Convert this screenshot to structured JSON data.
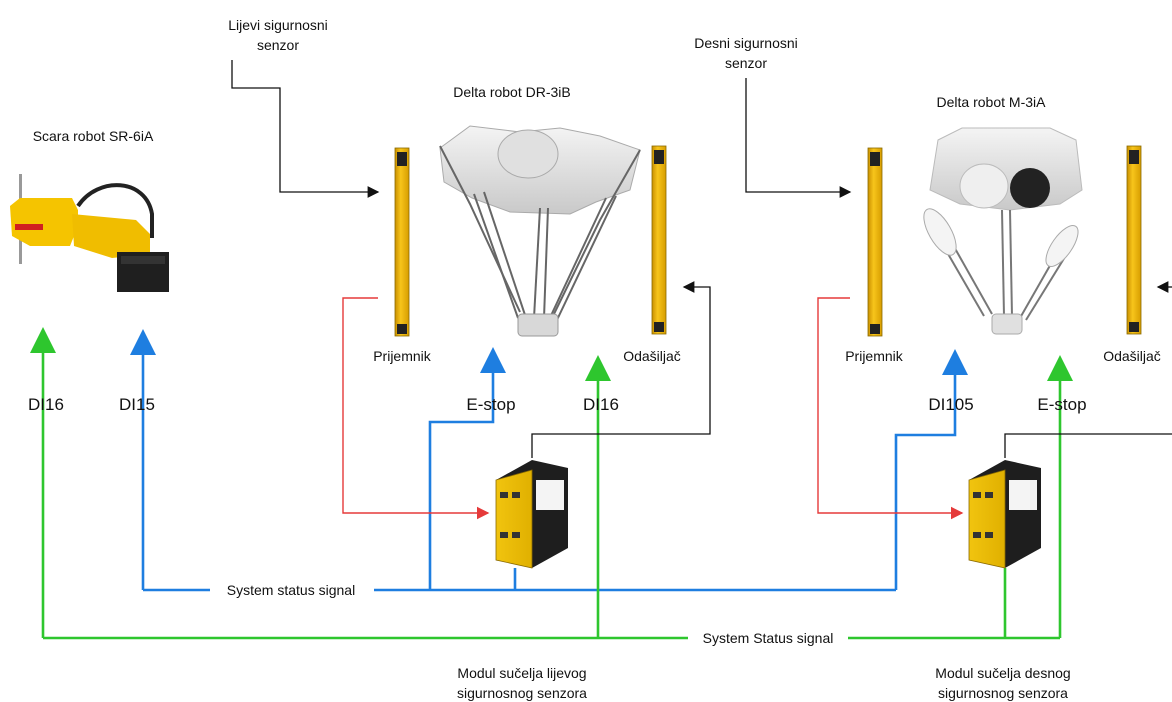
{
  "labels": {
    "scara_robot": "Scara robot SR-6iA",
    "left_sensor": [
      "Lijevi sigurnosni",
      "senzor"
    ],
    "right_sensor": [
      "Desni sigurnosni",
      "senzor"
    ],
    "delta_left": "Delta robot DR-3iB",
    "delta_right": "Delta robot M-3iA",
    "left_receiver": "Prijemnik",
    "left_transmitter": "Odašiljač",
    "right_receiver": "Prijemnik",
    "right_transmitter": "Odašiljač",
    "scara_di16": "DI16",
    "scara_di15": "DI15",
    "left_estop": "E-stop",
    "left_di16": "DI16",
    "right_di105": "DI105",
    "right_estop": "E-stop",
    "system_status_blue": "System status signal",
    "system_status_green": "System Status signal",
    "left_module": [
      "Modul sučelja lijevog",
      "sigurnosnog senzora"
    ],
    "right_module": [
      "Modul sučelja desnog",
      "sigurnosnog senzora"
    ]
  },
  "colors": {
    "blue_line": "#1e7ee0",
    "green_line": "#2ec62e",
    "red_line": "#e53a3a",
    "black_line": "#111111",
    "sensor_yellow": "#f2b705",
    "robot_yellow": "#f5c400"
  }
}
